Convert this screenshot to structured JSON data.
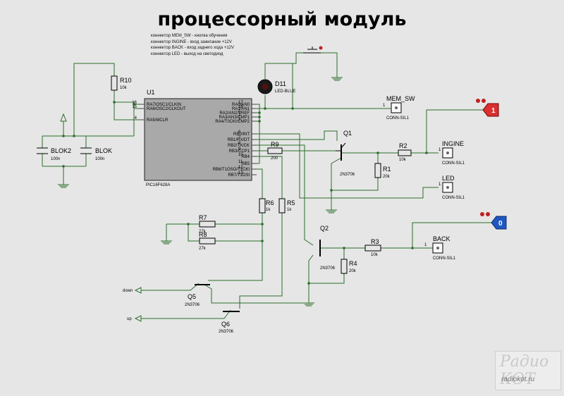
{
  "title": "процессорный модуль",
  "notes": [
    "коннектор MEM_SW - кнопка обучения",
    "коннектор INGINE - вход зажигание +12V",
    "коннектор BACK - вход заднего хода +12V",
    "коннектор LED - выход на светодиод"
  ],
  "mcu": {
    "ref": "U1",
    "part": "PIC16F628A",
    "left_pins": [
      {
        "num": "16",
        "name": "RA7/OSC1/CLKIN"
      },
      {
        "num": "15",
        "name": "RA6/OSC2/CLKOUT"
      },
      {
        "num": "4",
        "name": "RA5/MCLR"
      }
    ],
    "right_pins": [
      {
        "num": "17",
        "name": "RA0/AN0"
      },
      {
        "num": "18",
        "name": "RA1/AN1"
      },
      {
        "num": "1",
        "name": "RA2/AN2/VREF"
      },
      {
        "num": "2",
        "name": "RA3/AN3/CMP1"
      },
      {
        "num": "3",
        "name": "RA4/T0CKI/CMP2"
      },
      {
        "num": "6",
        "name": "RB0/INT"
      },
      {
        "num": "7",
        "name": "RB1/RX/DT"
      },
      {
        "num": "8",
        "name": "RB2/TX/CK"
      },
      {
        "num": "9",
        "name": "RB3/CCP1"
      },
      {
        "num": "10",
        "name": "RB4"
      },
      {
        "num": "11",
        "name": "RB5"
      },
      {
        "num": "12",
        "name": "RB6/T1OSO/T1CKI"
      },
      {
        "num": "13",
        "name": "RB7/T1OSI"
      }
    ]
  },
  "resistors": {
    "r10": {
      "ref": "R10",
      "val": "10k"
    },
    "r9": {
      "ref": "R9",
      "val": "200"
    },
    "r2": {
      "ref": "R2",
      "val": "10k"
    },
    "r1": {
      "ref": "R1",
      "val": "20k"
    },
    "r6": {
      "ref": "R6",
      "val": "1k"
    },
    "r5": {
      "ref": "R5",
      "val": "1k"
    },
    "r7": {
      "ref": "R7",
      "val": "27k"
    },
    "r8": {
      "ref": "R8",
      "val": "27k"
    },
    "r3": {
      "ref": "R3",
      "val": "10k"
    },
    "r4": {
      "ref": "R4",
      "val": "20k"
    }
  },
  "capacitors": {
    "blok2": {
      "ref": "BLOK2",
      "val": "100n"
    },
    "blok": {
      "ref": "BLOK",
      "val": "100n"
    }
  },
  "transistors": {
    "q1": {
      "ref": "Q1",
      "val": "2N3706"
    },
    "q2": {
      "ref": "Q2",
      "val": "2N3706"
    },
    "q5": {
      "ref": "Q5",
      "val": "2N3706"
    },
    "q6": {
      "ref": "Q6",
      "val": "2N3706"
    }
  },
  "led": {
    "ref": "D11",
    "val": "LED-BLUE"
  },
  "connectors": {
    "mem_sw": {
      "ref": "MEM_SW",
      "val": "CONN-SIL1",
      "pin": "1"
    },
    "ingine": {
      "ref": "INGINE",
      "val": "CONN-SIL1",
      "pin": "1"
    },
    "led": {
      "ref": "LED",
      "val": "CONN-SIL1",
      "pin": "1"
    },
    "back": {
      "ref": "BACK",
      "val": "CONN-SIL1",
      "pin": "1"
    }
  },
  "probes": {
    "top": "1",
    "bottom": "0"
  },
  "outputs": {
    "down": "down",
    "up": "up"
  },
  "watermark": {
    "brand": "Радио КОТ",
    "url": "radiokot.ru"
  },
  "colors": {
    "wire": "#2a6e2a",
    "probe_flag": "#d93030",
    "probe_flag_low": "#1f56c2",
    "chip": "#a9a9a9",
    "background": "#e6e6e6"
  }
}
